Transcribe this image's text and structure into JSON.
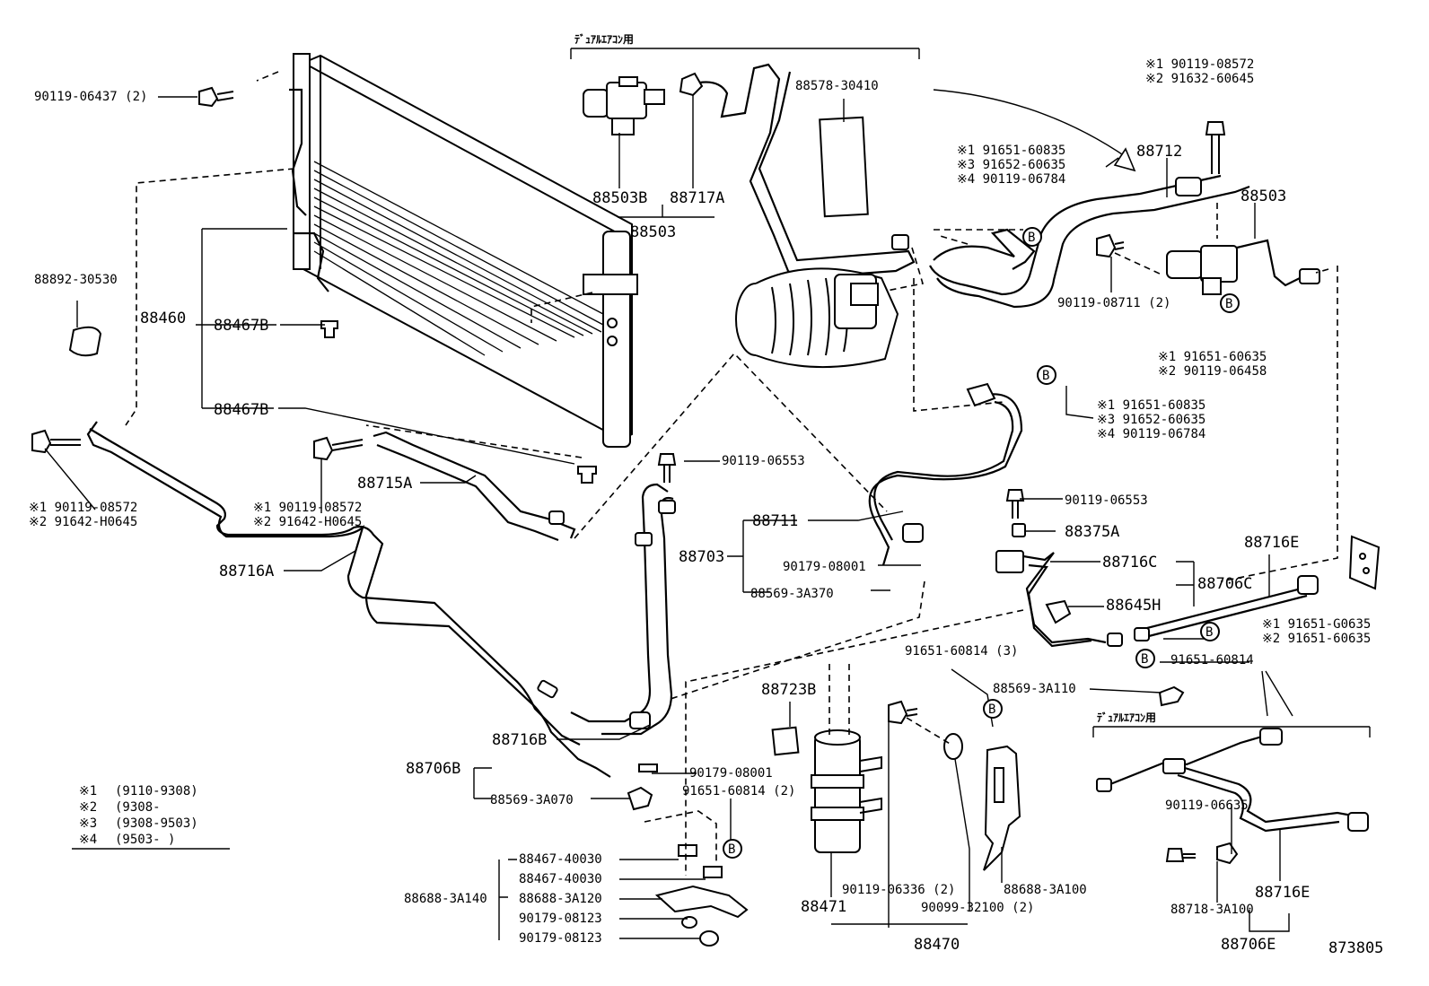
{
  "figure_id": "873805",
  "dual_aircon_label": "ﾃﾞｭｱﾙｴｱｺﾝ用",
  "circle_b": "B",
  "legend": [
    {
      "mark": "※1",
      "range": "(9110-9308)"
    },
    {
      "mark": "※2",
      "range": "(9308-      "
    },
    {
      "mark": "※3",
      "range": "(9308-9503)"
    },
    {
      "mark": "※4",
      "range": "(9503-      )"
    }
  ],
  "labels": {
    "p90119_06437": "90119-06437 (2)",
    "p88892_30530": "88892-30530",
    "p88460": "88460",
    "p88467B_a": "88467B",
    "p88467B_b": "88467B",
    "left_bolt_1": "※1  90119-08572",
    "left_bolt_2": "※2  91642-H0645",
    "mid_bolt_1": "※1  90119-08572",
    "mid_bolt_2": "※2  91642-H0645",
    "p88715A": "88715A",
    "p88716A": "88716A",
    "p88503B": "88503B",
    "p88717A": "88717A",
    "p88503_top": "88503",
    "p88578": "88578-30410",
    "p88712": "88712",
    "p88503_right": "88503",
    "tr_bolt_1": "※1  90119-08572",
    "tr_bolt_2": "※2  91632-60645",
    "b1_1": "※1  91651-60835",
    "b1_3": "※3  91652-60635",
    "b1_4": "※4  90119-06784",
    "p90119_08711": "90119-08711 (2)",
    "b2_1": "※1  91651-60635",
    "b2_2": "※2  90119-06458",
    "b3_1": "※1  91651-60835",
    "b3_3": "※3  91652-60635",
    "b3_4": "※4  90119-06784",
    "p90119_06553_a": "90119-06553",
    "p88711": "88711",
    "p88703": "88703",
    "p90179_08001_a": "90179-08001",
    "p88569_3A370": "88569-3A370",
    "p90119_06553_b": "90119-06553",
    "p88375A": "88375A",
    "p88716C": "88716C",
    "p88706C": "88706C",
    "p88645H": "88645H",
    "p88716E_top": "88716E",
    "b4_1": "※1  91651-G0635",
    "b4_2": "※2  91651-60635",
    "p91651_60814_r": "91651-60814",
    "p91651_60814_3": "91651-60814 (3)",
    "p88569_3A110": "88569-3A110",
    "p88723B": "88723B",
    "p88716B": "88716B",
    "p88706B": "88706B",
    "p90179_08001_b": "90179-08001",
    "p88569_3A070": "88569-3A070",
    "p91651_60814_2": "91651-60814 (2)",
    "p88467_40030_a": "88467-40030",
    "p88467_40030_b": "88467-40030",
    "p88688_3A140": "88688-3A140",
    "p88688_3A120": "88688-3A120",
    "p90179_08123_a": "90179-08123",
    "p90179_08123_b": "90179-08123",
    "p88471": "88471",
    "p90119_06336": "90119-06336 (2)",
    "p90099_32100": "90099-32100 (2)",
    "p88688_3A100": "88688-3A100",
    "p88470": "88470",
    "p90119_06635": "90119-06635",
    "p88718_3A100": "88718-3A100",
    "p88716E_bot": "88716E",
    "p88706E": "88706E"
  }
}
